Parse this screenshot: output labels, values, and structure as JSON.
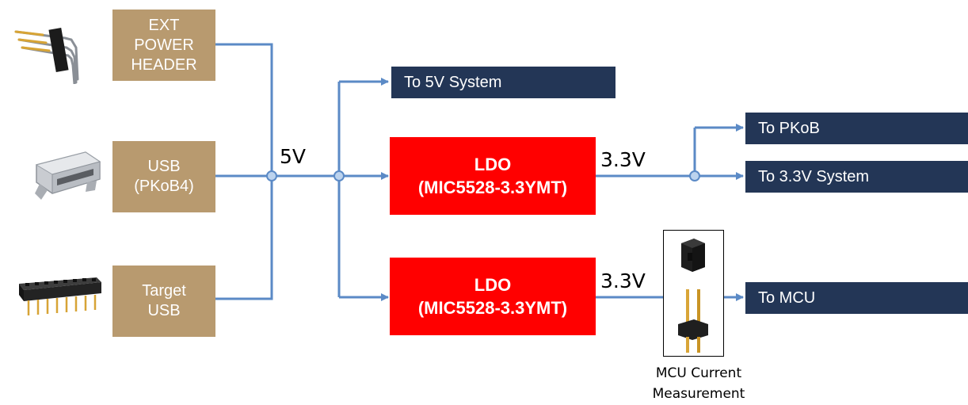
{
  "sources": {
    "ext": {
      "line1": "EXT",
      "line2": "POWER",
      "line3": "HEADER"
    },
    "usb": {
      "line1": "USB",
      "line2": "(PKoB4)"
    },
    "target": {
      "line1": "Target",
      "line2": "USB"
    }
  },
  "rails": {
    "v5": "5V",
    "v33_top": "3.3V",
    "v33_bottom": "3.3V"
  },
  "ldo": {
    "top": {
      "name": "LDO",
      "part": "(MIC5528-3.3YMT)"
    },
    "bottom": {
      "name": "LDO",
      "part": "(MIC5528-3.3YMT)"
    }
  },
  "outputs": {
    "sys5v": "To 5V System",
    "pkob": "To PKoB",
    "sys33": "To 3.3V System",
    "mcu": "To MCU"
  },
  "jumper": {
    "caption_line1": "MCU Current",
    "caption_line2": "Measurement"
  },
  "colors": {
    "wire": "#5b8ac6",
    "source_box": "#b89a6f",
    "target_box": "#233656",
    "ldo_box": "#ff0000"
  },
  "icons": [
    "pin-header-right-angle-icon",
    "micro-usb-connector-icon",
    "female-header-strip-icon",
    "jumper-shunt-icon",
    "two-pin-header-icon"
  ]
}
